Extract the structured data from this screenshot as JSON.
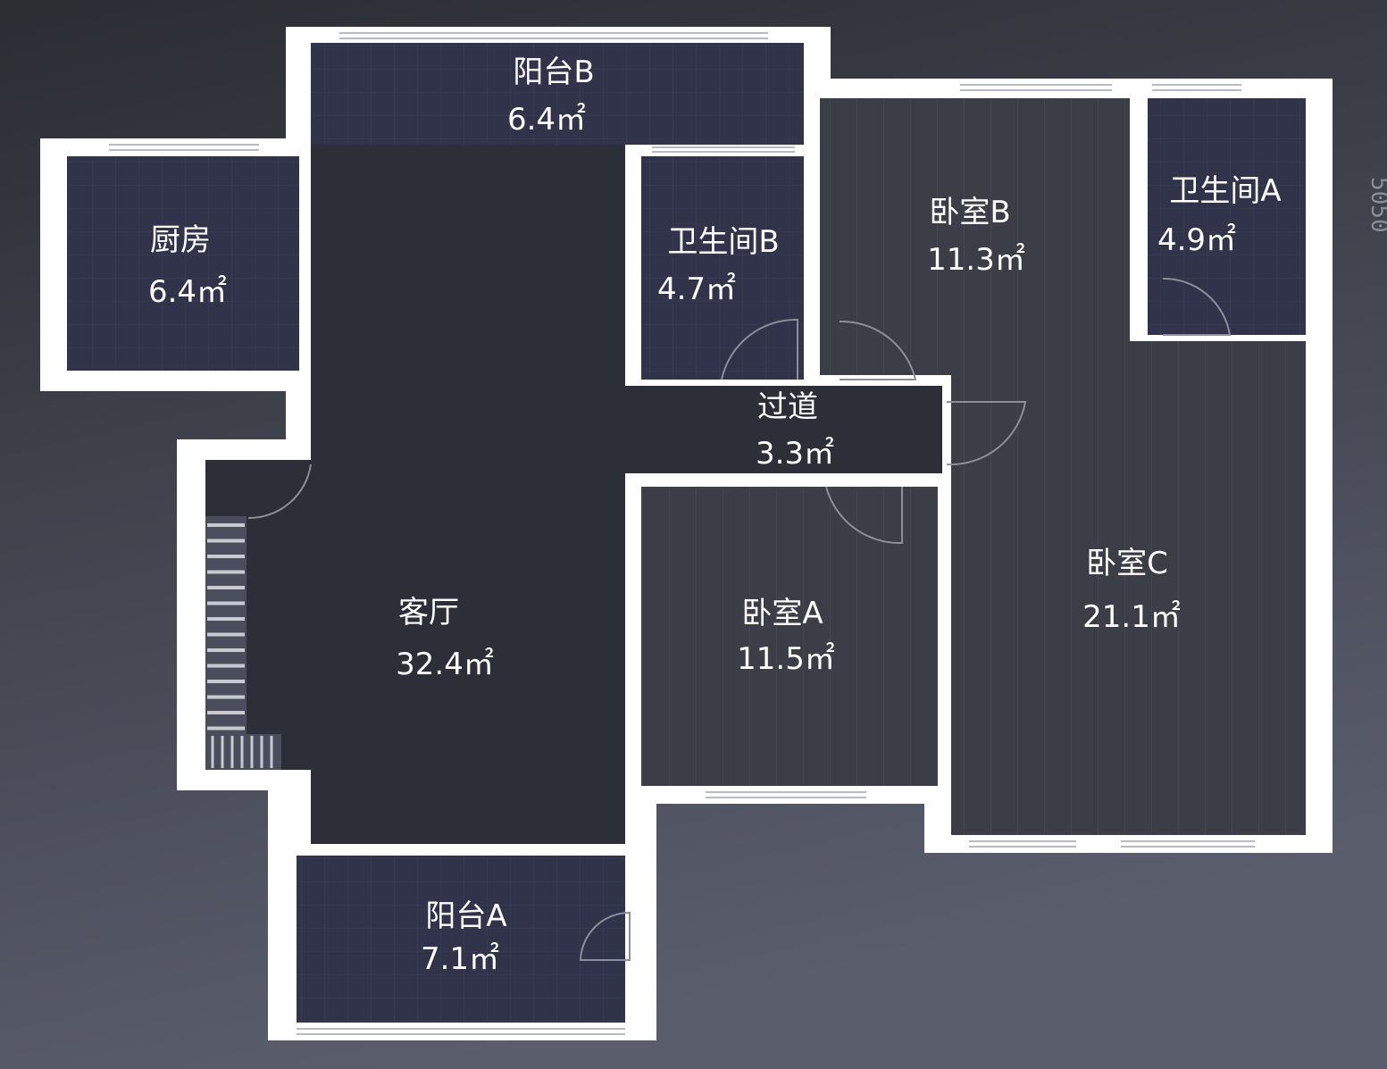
{
  "plan": {
    "rooms": [
      {
        "id": "balcony-b",
        "name": "阳台B",
        "area": "6.4㎡"
      },
      {
        "id": "kitchen",
        "name": "厨房",
        "area": "6.4㎡"
      },
      {
        "id": "bathroom-b",
        "name": "卫生间B",
        "area": "4.7㎡"
      },
      {
        "id": "bedroom-b",
        "name": "卧室B",
        "area": "11.3㎡"
      },
      {
        "id": "bathroom-a",
        "name": "卫生间A",
        "area": "4.9㎡"
      },
      {
        "id": "corridor",
        "name": "过道",
        "area": "3.3㎡"
      },
      {
        "id": "living-room",
        "name": "客厅",
        "area": "32.4㎡"
      },
      {
        "id": "bedroom-a",
        "name": "卧室A",
        "area": "11.5㎡"
      },
      {
        "id": "bedroom-c",
        "name": "卧室C",
        "area": "21.1㎡"
      },
      {
        "id": "balcony-a",
        "name": "阳台A",
        "area": "7.1㎡"
      }
    ],
    "watermark": "5050",
    "colors": {
      "wall": "#ffffff",
      "tile_floor": "#30334a",
      "wood_floor": "#3b3d47",
      "living_floor": "#2c2e38",
      "background": "#3a3c46"
    }
  }
}
